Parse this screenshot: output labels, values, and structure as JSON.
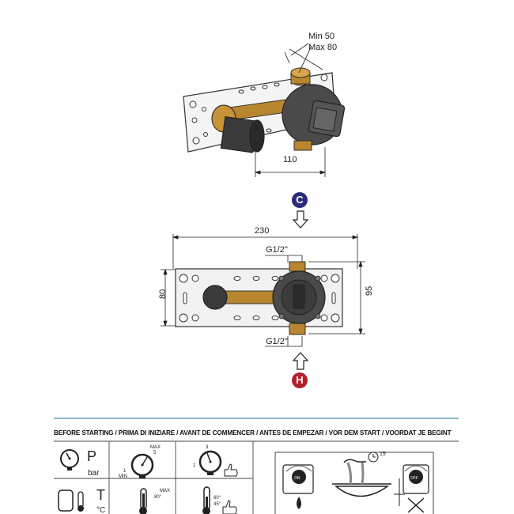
{
  "top_view": {
    "min_label": "Min 50",
    "max_label": "Max 80",
    "depth_dim": "110"
  },
  "markers": {
    "cold_letter": "C",
    "hot_letter": "H",
    "cold_color": "#2b2b7a",
    "hot_color": "#b3202a"
  },
  "front_view": {
    "width_dim": "230",
    "height_dim_left": "80",
    "height_dim_right": "95",
    "thread_top": "G1/2\"",
    "thread_bottom": "G1/2\""
  },
  "instructions": {
    "banner_text": "BEFORE STARTING / PRIMA DI INIZIARE / AVANT DE COMMENCER / ANTES DE EMPEZAR / VOR DEM START / VOORDAT JE BEGINT",
    "pressure_letter": "P",
    "pressure_unit": "bar",
    "gauge_max_label": "MAX",
    "gauge_max_value": "5",
    "gauge_min_value": "1",
    "gauge_min_label": "MIN",
    "gauge3_top": "3",
    "gauge3_left": "1",
    "temp_letter": "T",
    "temp_unit": "°C",
    "thermo_max_label": "MAX",
    "thermo_max_value": "80°",
    "thermo_range_top": "60°",
    "thermo_range_bottom": "45°",
    "timer_label": "15",
    "on_label": "ON",
    "off_label": "OFF"
  }
}
